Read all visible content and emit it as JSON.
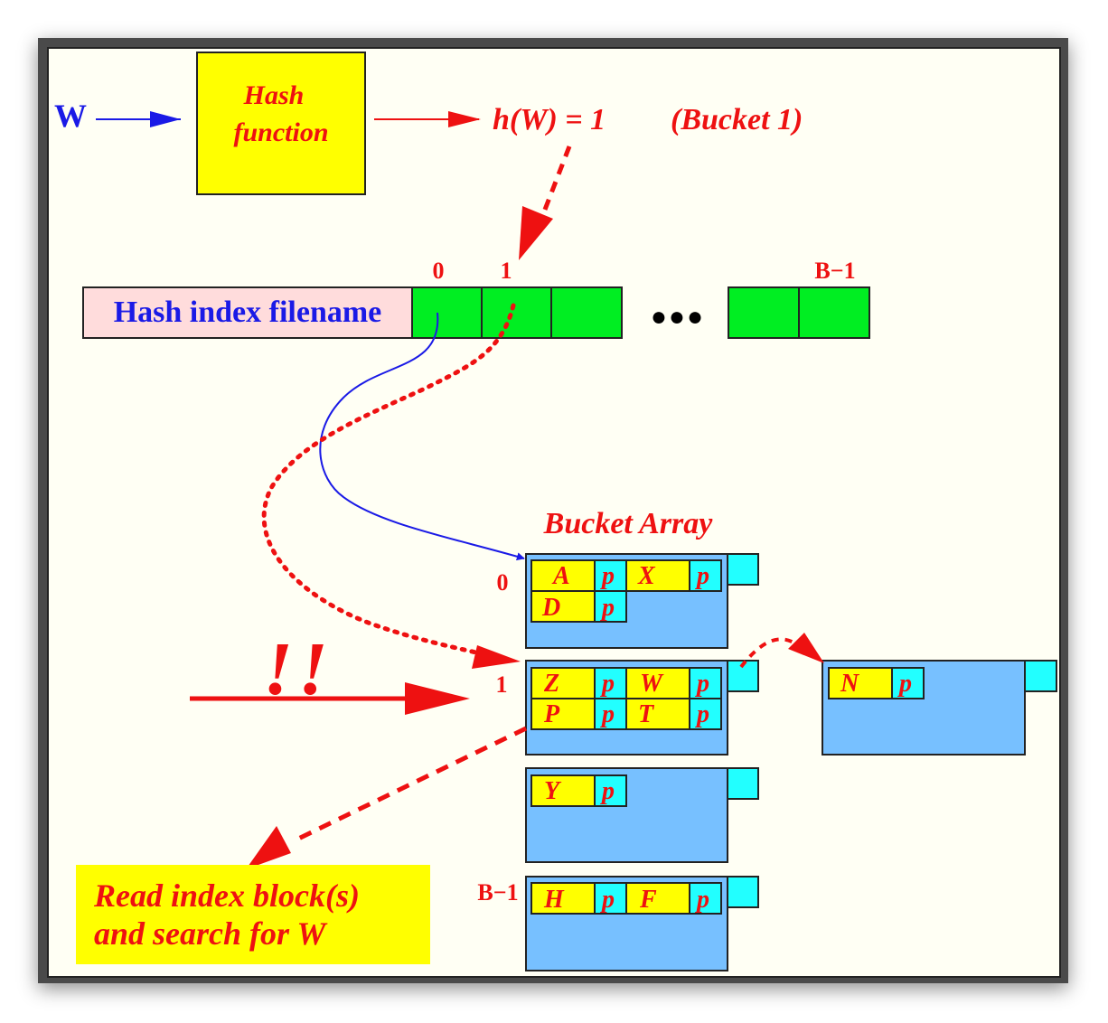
{
  "input_label": "W",
  "hash_box": {
    "line1": "Hash",
    "line2": "function"
  },
  "hash_result": "h(W) = 1",
  "bucket_note": "(Bucket 1)",
  "index_file": {
    "label": "Hash index filename",
    "index_labels": {
      "first": "0",
      "second": "1",
      "last": "B−1"
    },
    "ellipsis": "●●●"
  },
  "bucket_array": {
    "title": "Bucket Array",
    "row_labels": {
      "first": "0",
      "second": "1",
      "last": "B−1"
    },
    "pointer_label": "p",
    "buckets": [
      {
        "row1": [
          "A",
          "X"
        ],
        "row2": [
          "D"
        ]
      },
      {
        "row1": [
          "Z",
          "W"
        ],
        "row2": [
          "P",
          "T"
        ]
      },
      {
        "row1": [
          "Y"
        ],
        "row2": []
      },
      {
        "row1": [
          "H",
          "F"
        ],
        "row2": []
      }
    ],
    "overflow": {
      "row1": [
        "N"
      ]
    }
  },
  "exclamation": "!!",
  "result_box": {
    "line1": "Read index block(s)",
    "line2": "and search for W"
  },
  "colors": {
    "red": "#ee1111",
    "blue": "#1a1ae6",
    "yellow": "#ffff00",
    "green": "#00ee22",
    "pink": "#ffdcdc",
    "bucket_blue": "#77c0ff",
    "cyan": "#22ffff"
  }
}
